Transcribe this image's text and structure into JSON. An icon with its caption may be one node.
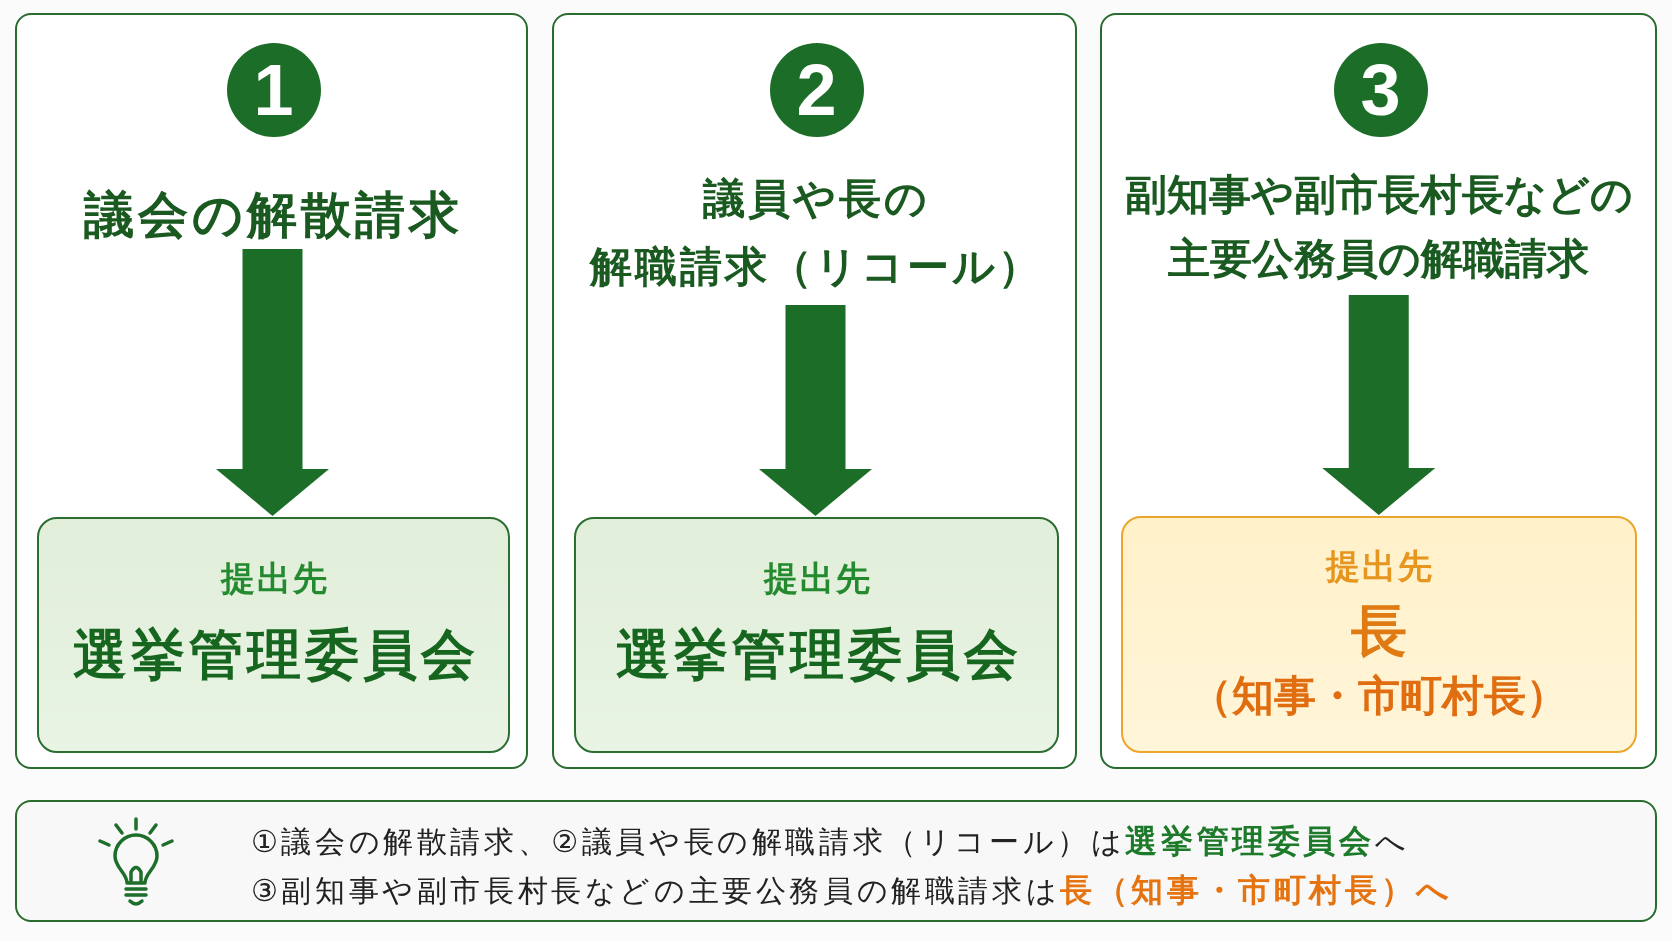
{
  "diagram": {
    "nodes": [
      {
        "text": [],
        "shape": "box"
      },
      {
        "text": [
          "1"
        ],
        "in": 0
      },
      {
        "text": [
          "議会の解散請求"
        ],
        "in": 0
      },
      {
        "text": [
          "提出先",
          "選挙管理委員会"
        ],
        "in": 0
      },
      {
        "text": [],
        "shape": "box"
      },
      {
        "text": [
          "2"
        ],
        "in": 4
      },
      {
        "text": [
          "議員や長の解職請求（リコール）"
        ],
        "in": 4
      },
      {
        "text": [
          "提出先",
          "選挙管理委員会"
        ],
        "in": 4
      },
      {
        "text": [],
        "shape": "box"
      },
      {
        "text": [
          "3"
        ],
        "in": 8
      },
      {
        "text": [
          "副知事や副市長村長などの主要公務員の解職請求"
        ],
        "in": 8
      },
      {
        "text": [
          "提出先",
          "長",
          "（知事・市町村長）"
        ],
        "in": 8
      },
      {
        "text": [
          "①議会の解散請求、②議員や長の解職請求（リコール）は**選挙管理委員会**へ",
          "③副知事や副市長村長などの主要公務員の解職請求は**長（知事・市町村長）へ**"
        ]
      }
    ],
    "edges": [
      {
        "from": 2,
        "to": 3,
        "arrow": "to"
      },
      {
        "from": 6,
        "to": 7,
        "arrow": "to"
      },
      {
        "from": 10,
        "to": 11,
        "arrow": "to"
      }
    ]
  }
}
